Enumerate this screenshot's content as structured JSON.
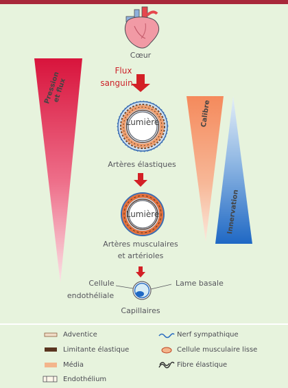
{
  "labels": {
    "heart": "Cœur",
    "flow_line1": "Flux",
    "flow_line2": "sanguin",
    "lumen_large": "Lumière",
    "lumen_small": "Lumière",
    "elastic_arteries": "Artères élastiques",
    "muscular_line1": "Artères musculaires",
    "muscular_line2": "et artérioles",
    "endothelial_line1": "Cellule",
    "endothelial_line2": "endothéliale",
    "basal_lamina": "Lame basale",
    "capillaries": "Capillaires"
  },
  "gradients": {
    "pressure_line1": "Pression",
    "pressure_line2": "et flux",
    "caliber": "Calibre",
    "innervation": "Innervation"
  },
  "legend": {
    "adventice": "Adventice",
    "limitante": "Limitante élastique",
    "media": "Média",
    "endothelium": "Endothélium",
    "nerf": "Nerf sympathique",
    "cellule_musc": "Cellule musculaire lisse",
    "fibre": "Fibre élastique"
  },
  "colors": {
    "accent_red": "#cc2028",
    "media": "#f3b58c",
    "limitante": "#5a3520",
    "nerve": "#2a6cc0",
    "background": "#e7f3dd"
  }
}
